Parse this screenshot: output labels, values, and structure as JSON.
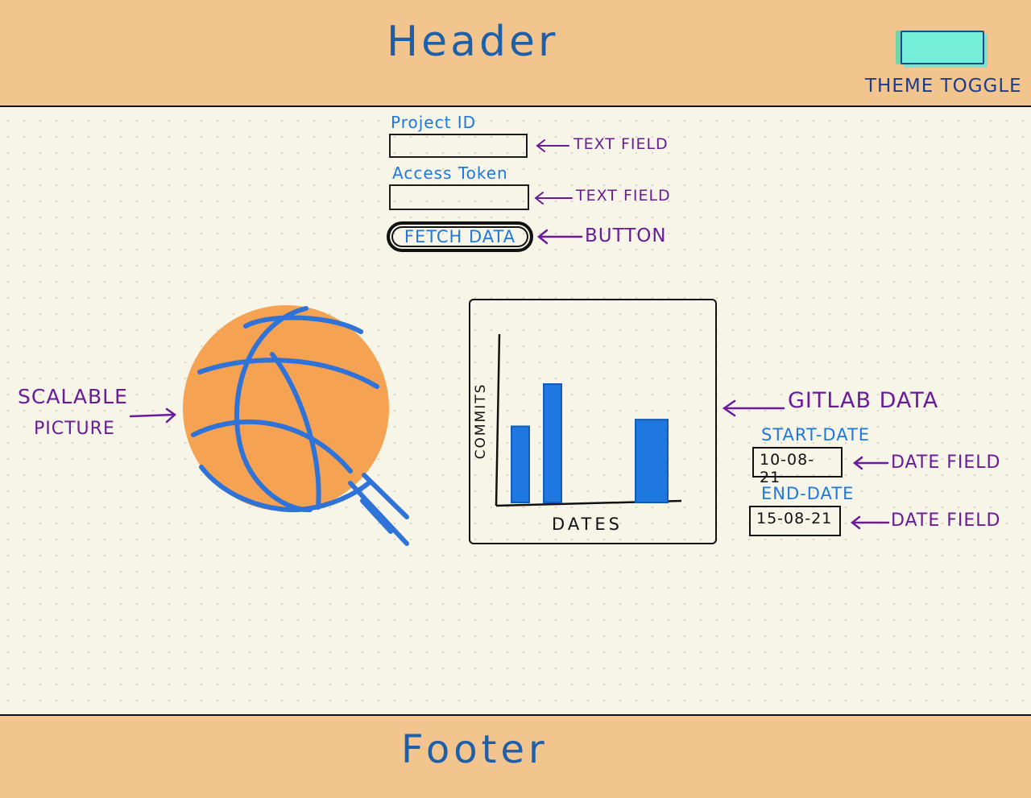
{
  "header": {
    "title": "Header",
    "theme_toggle_label": "THEME TOGGLE"
  },
  "form": {
    "project_id_label": "Project ID",
    "project_id_value": "",
    "access_token_label": "Access Token",
    "access_token_value": "",
    "fetch_button_label": "FETCH DATA"
  },
  "annotations": {
    "text_field_1": "TEXT FIELD",
    "text_field_2": "TEXT FIELD",
    "button": "BUTTON",
    "scalable_picture_line1": "SCALABLE",
    "scalable_picture_line2": "PICTURE",
    "gitlab_data": "GITLAB DATA",
    "date_field_1": "DATE FIELD",
    "date_field_2": "DATE FIELD"
  },
  "dates": {
    "start_label": "START-DATE",
    "start_value": "10-08-21",
    "end_label": "END-DATE",
    "end_value": "15-08-21"
  },
  "chart_data": {
    "type": "bar",
    "xlabel": "DATES",
    "ylabel": "COMMITS",
    "categories": [
      "",
      "",
      "",
      "",
      ""
    ],
    "values": [
      0.45,
      0.7,
      0,
      0,
      0.49
    ],
    "bar_color": "#1e78e0"
  },
  "footer": {
    "title": "Footer"
  },
  "colors": {
    "header_bg": "#f3c58e",
    "toggle_fill": "#75efd9",
    "label_blue": "#1e78e0",
    "annotation_purple": "#6a1b9a",
    "ball_orange": "#f5a352",
    "ball_lines": "#2f72d8"
  }
}
